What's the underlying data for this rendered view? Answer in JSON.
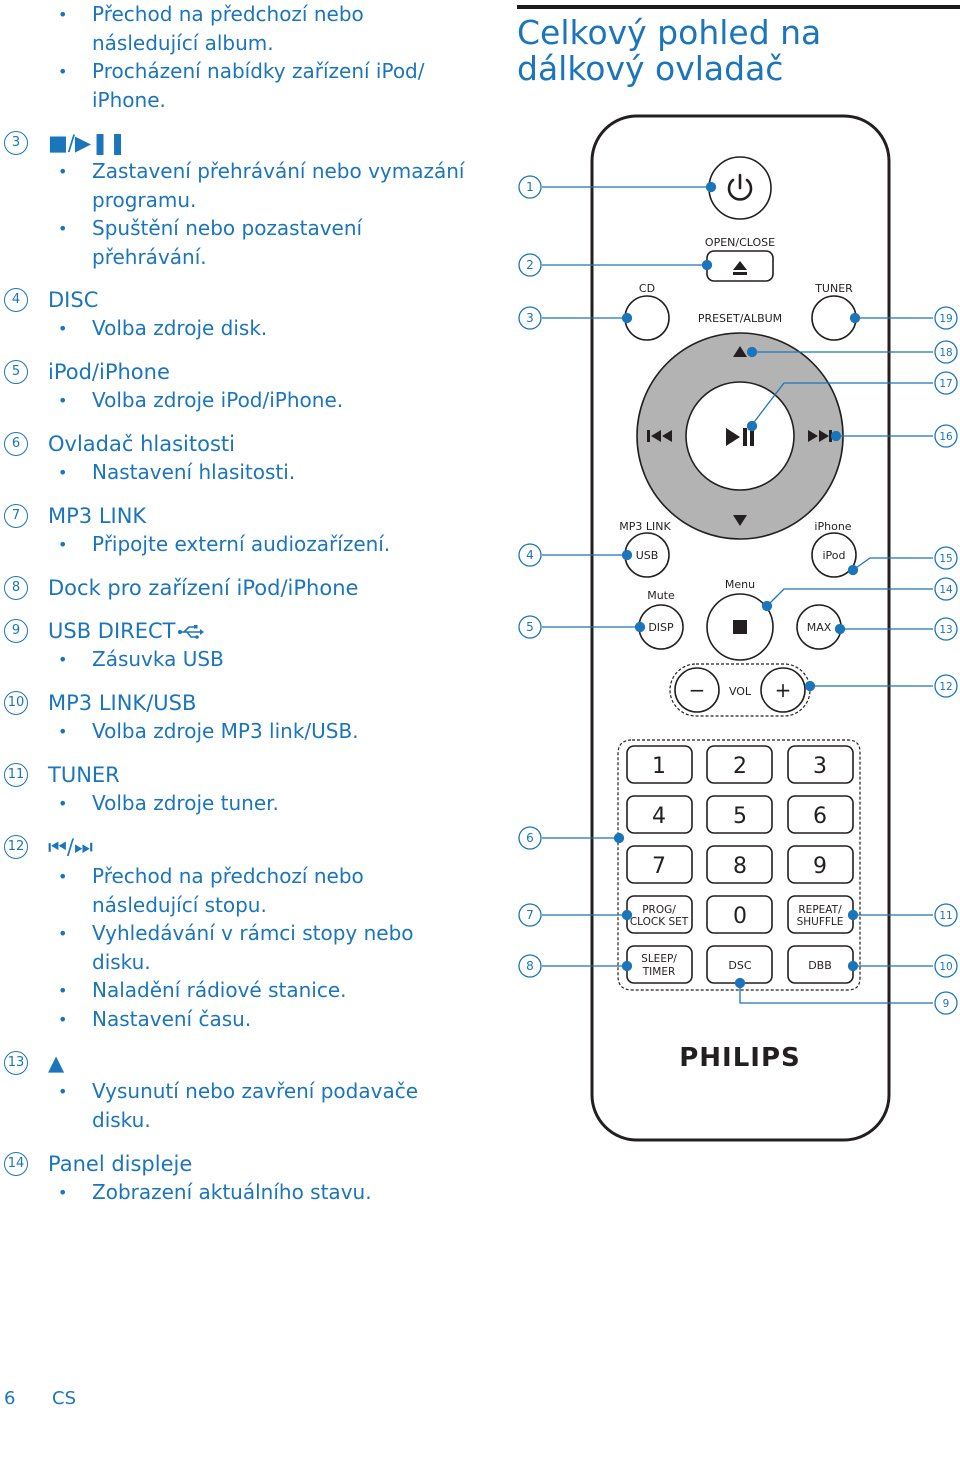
{
  "section_title": "Celkový pohled na dálkový ovladač",
  "continued_bullets": [
    "Přechod na předchozí nebo následující album.",
    "Procházení nabídky zařízení iPod/ iPhone."
  ],
  "items": [
    {
      "num": "3",
      "title": "■/▶❚❚",
      "bullets": [
        "Zastavení přehrávání nebo vymazání programu.",
        "Spuštění nebo pozastavení přehrávání."
      ]
    },
    {
      "num": "4",
      "title": "DISC",
      "bullets": [
        "Volba zdroje disk."
      ]
    },
    {
      "num": "5",
      "title": "iPod/iPhone",
      "bullets": [
        "Volba zdroje iPod/iPhone."
      ]
    },
    {
      "num": "6",
      "title": "Ovladač hlasitosti",
      "bullets": [
        "Nastavení hlasitosti."
      ]
    },
    {
      "num": "7",
      "title": "MP3 LINK",
      "bullets": [
        "Připojte externí audiozařízení."
      ]
    },
    {
      "num": "8",
      "title": "Dock pro zařízení iPod/iPhone",
      "bullets": []
    },
    {
      "num": "9",
      "title": "USB DIRECT",
      "bullets": [
        "Zásuvka USB"
      ]
    },
    {
      "num": "10",
      "title": "MP3 LINK/USB",
      "bullets": [
        "Volba zdroje MP3 link/USB."
      ]
    },
    {
      "num": "11",
      "title": "TUNER",
      "bullets": [
        "Volba zdroje tuner."
      ]
    },
    {
      "num": "12",
      "title": "⏮/⏭",
      "bullets": [
        "Přechod na předchozí nebo následující stopu.",
        "Vyhledávání v rámci stopy nebo disku.",
        "Naladění rádiové stanice.",
        "Nastavení času."
      ]
    },
    {
      "num": "13",
      "title": "▲",
      "bullets": [
        "Vysunutí nebo zavření podavače disku."
      ]
    },
    {
      "num": "14",
      "title": "Panel displeje",
      "bullets": [
        "Zobrazení aktuálního stavu."
      ]
    }
  ],
  "remote": {
    "power_icon": "power-icon",
    "open_close_label": "OPEN/CLOSE",
    "cd_label": "CD",
    "tuner_label": "TUNER",
    "preset_album_label": "PRESET/ALBUM",
    "mp3link_label": "MP3 LINK",
    "usb_label": "USB",
    "iphone_label": "iPhone",
    "ipod_label": "iPod",
    "mute_label": "Mute",
    "menu_label": "Menu",
    "disp_label": "DISP",
    "max_label": "MAX",
    "vol_label": "VOL",
    "vol_minus": "−",
    "vol_plus": "+",
    "digits": [
      "1",
      "2",
      "3",
      "4",
      "5",
      "6",
      "7",
      "8",
      "9"
    ],
    "zero": "0",
    "prog_label": [
      "PROG/",
      "CLOCK SET"
    ],
    "repeat_label": [
      "REPEAT/",
      "SHUFFLE"
    ],
    "sleep_label": [
      "SLEEP/",
      "TIMER"
    ],
    "dsc_label": "DSC",
    "dbb_label": "DBB",
    "brand": "PHILIPS"
  },
  "callouts_left": [
    "1",
    "2",
    "3",
    "4",
    "5",
    "6",
    "7",
    "8"
  ],
  "callouts_right": [
    "19",
    "18",
    "17",
    "16",
    "15",
    "14",
    "13",
    "12",
    "11",
    "10",
    "9"
  ],
  "footer": {
    "page": "6",
    "lang": "CS"
  },
  "colors": {
    "text": "#1b75bb",
    "callout_line": "#1b75bb",
    "remote_outline": "#231f20",
    "dpad_ring": "#b3b3b3"
  }
}
